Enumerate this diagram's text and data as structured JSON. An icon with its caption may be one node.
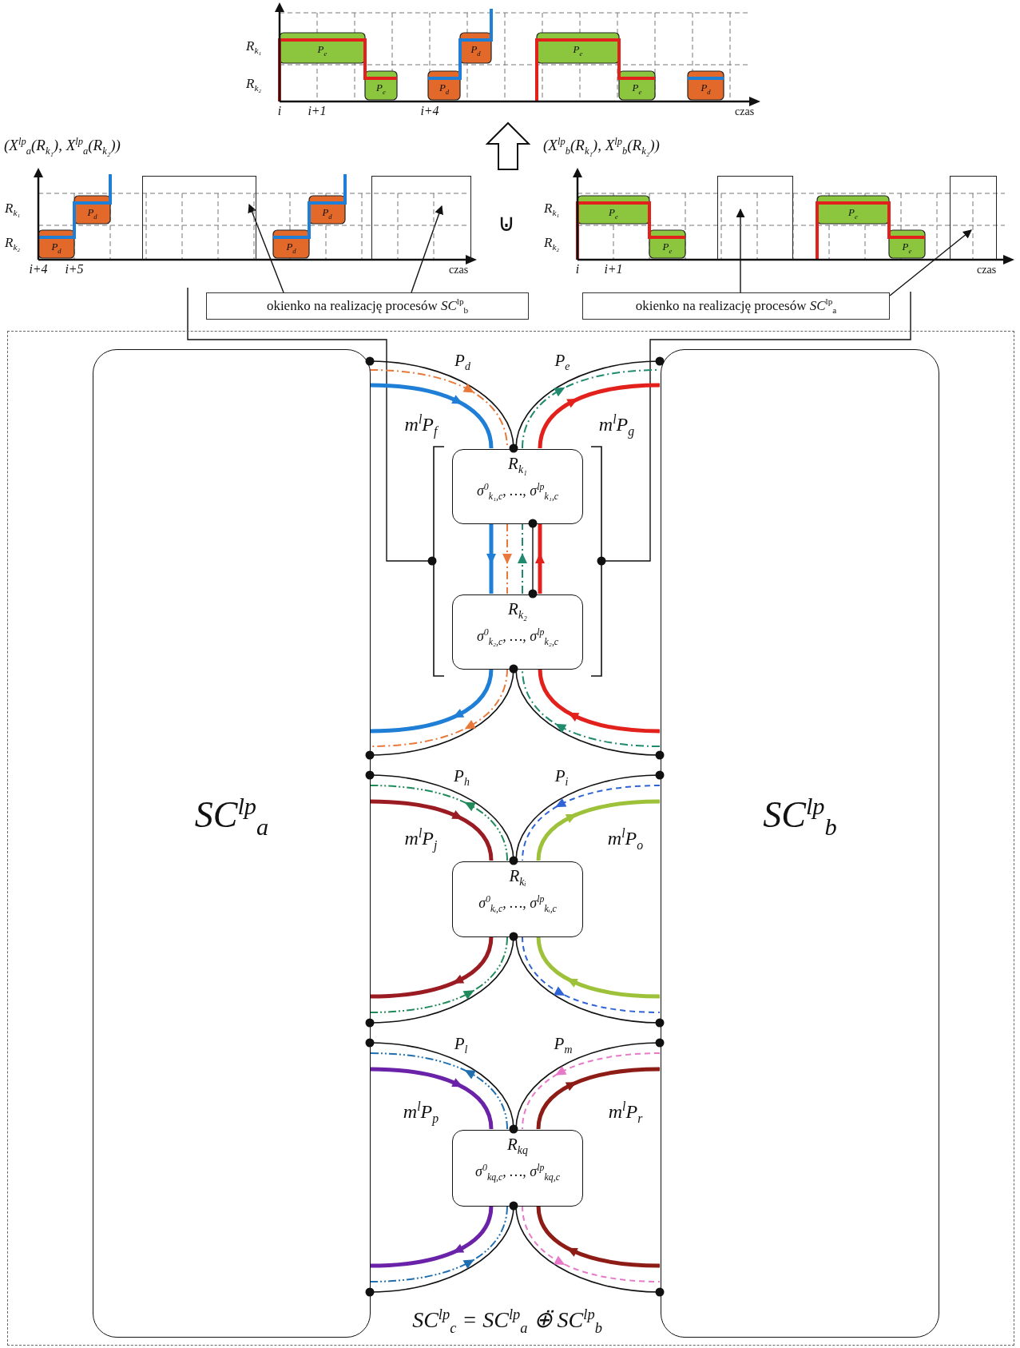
{
  "diagram": {
    "nodes": [
      {
        "text": [
          "R$_{k₁}$",
          "R$_{k₂}$",
          "i",
          "i+1",
          "i+4",
          "czas",
          "P$_{e}$",
          "P$_{e}$",
          "P$_{d}$",
          "P$_{d}$",
          "P$_{e}$",
          "P$_{e}$",
          "P$_{d}$"
        ]
      },
      {
        "text": [
          "(X$^{lp}$$_{a}$(R$_{k₁}$), X$^{lp}$$_{a}$(R$_{k₂}$))",
          "R$_{k₁}$",
          "R$_{k₂}$",
          "i+4",
          "i+5",
          "czas",
          "P$_{d}$",
          "P$_{d}$",
          "P$_{d}$",
          "P$_{d}$"
        ]
      },
      {
        "text": [],
        "shape": "box",
        "in": 1
      },
      {
        "text": [],
        "shape": "box",
        "in": 1
      },
      {
        "text": [
          "(X$^{lp}$$_{b}$(R$_{k₁}$), X$^{lp}$$_{b}$(R$_{k₂}$))",
          "R$_{k₁}$",
          "R$_{k₂}$",
          "i",
          "i+1",
          "czas",
          "P$_{e}$",
          "P$_{e}$",
          "P$_{e}$",
          "P$_{e}$"
        ]
      },
      {
        "text": [],
        "shape": "box",
        "in": 4
      },
      {
        "text": [],
        "shape": "box",
        "in": 4
      },
      {
        "text": [
          "okienko na realizację procesów *SC*$^{lp}$$_{b}$"
        ]
      },
      {
        "text": [
          "okienko na realizację procesów *SC*$^{lp}$$_{a}$"
        ]
      },
      {
        "text": [
          "SC$^{lp}$$_{c}$ = SC$^{lp}$$_{a}$ ⊕̈ SC$^{lp}$$_{b}$"
        ]
      },
      {
        "text": [
          "SC$^{lp}$$_{a}$"
        ],
        "in": 9
      },
      {
        "text": [
          "SC$^{lp}$$_{b}$"
        ],
        "in": 9
      },
      {
        "text": [],
        "shape": "bracket",
        "in": 9
      },
      {
        "text": [
          "R$_{k₁}$",
          "σ$^{0}$$_{k₁,c}$, …, σ$^{lp}$$_{k₁,c}$"
        ],
        "in": 12
      },
      {
        "text": [
          "R$_{k₂}$",
          "σ$^{0}$$_{k₂,c}$, …, σ$^{lp}$$_{k₂,c}$"
        ],
        "in": 12
      },
      {
        "text": [
          "R$_{kᵢ}$",
          "σ$^{0}$$_{kᵢ,c}$, …, σ$^{lp}$$_{kᵢ,c}$"
        ],
        "in": 9
      },
      {
        "text": [
          "R$_{kq}$",
          "σ$^{0}$$_{kq,c}$, …, σ$^{lp}$$_{kq,c}$"
        ],
        "in": 9
      }
    ],
    "edges": [
      {
        "from": null,
        "to": 0,
        "arrow": "to"
      },
      {
        "from": 7,
        "to": 2,
        "arrow": "to"
      },
      {
        "from": 7,
        "to": 3,
        "arrow": "to"
      },
      {
        "from": 8,
        "to": 5,
        "arrow": "to"
      },
      {
        "from": 8,
        "to": 6,
        "arrow": "to"
      },
      {
        "from": 12,
        "to": 1,
        "arrow": "other"
      },
      {
        "from": 12,
        "to": 4,
        "arrow": "other"
      },
      {
        "from": 13,
        "to": 14,
        "arrow": "other"
      },
      {
        "from": 10,
        "to": 13,
        "arrow": "to",
        "label": "P$_{d}$",
        "style": "dashed",
        "color": "#e8793a"
      },
      {
        "from": 13,
        "to": 14,
        "arrow": "to",
        "style": "dashed",
        "color": "#e8793a"
      },
      {
        "from": 14,
        "to": 10,
        "arrow": "to",
        "style": "dashed",
        "color": "#e8793a"
      },
      {
        "from": 10,
        "to": 13,
        "arrow": "to",
        "label": "m$^{l}$P$_{f}$",
        "style": "thick",
        "color": "#1f7fd6"
      },
      {
        "from": 13,
        "to": 14,
        "arrow": "to",
        "style": "thick",
        "color": "#1f7fd6"
      },
      {
        "from": 14,
        "to": 10,
        "arrow": "to",
        "style": "thick",
        "color": "#1f7fd6"
      },
      {
        "from": 11,
        "to": 14,
        "arrow": "to",
        "style": "dashed",
        "color": "#1f8a6e"
      },
      {
        "from": 14,
        "to": 13,
        "arrow": "to",
        "style": "dashed",
        "color": "#1f8a6e"
      },
      {
        "from": 13,
        "to": 11,
        "arrow": "to",
        "label": "P$_{e}$",
        "style": "dashed",
        "color": "#1f8a6e"
      },
      {
        "from": 11,
        "to": 14,
        "arrow": "to",
        "style": "thick",
        "color": "#e3211c"
      },
      {
        "from": 14,
        "to": 13,
        "arrow": "to",
        "style": "thick",
        "color": "#e3211c"
      },
      {
        "from": 13,
        "to": 11,
        "arrow": "to",
        "label": "m$^{l}$P$_{g}$",
        "style": "thick",
        "color": "#e3211c"
      },
      {
        "from": 10,
        "to": 15,
        "arrow": "to",
        "style": "dashed",
        "color": "#1f8a5a"
      },
      {
        "from": 15,
        "to": 10,
        "arrow": "to",
        "label": "P$_{h}$",
        "style": "dashed",
        "color": "#1f8a5a"
      },
      {
        "from": 10,
        "to": 15,
        "arrow": "to",
        "label": "m$^{l}$P$_{j}$",
        "style": "thick",
        "color": "#9b1b22"
      },
      {
        "from": 15,
        "to": 10,
        "arrow": "to",
        "style": "thick",
        "color": "#9b1b22"
      },
      {
        "from": 11,
        "to": 15,
        "arrow": "to",
        "label": "P$_{i}$",
        "style": "dashed",
        "color": "#2f63d6"
      },
      {
        "from": 15,
        "to": 11,
        "arrow": "to",
        "style": "dashed",
        "color": "#2f63d6"
      },
      {
        "from": 11,
        "to": 15,
        "arrow": "to",
        "style": "thick",
        "color": "#9dc23a"
      },
      {
        "from": 15,
        "to": 11,
        "arrow": "to",
        "label": "m$^{l}$P$_{o}$",
        "style": "thick",
        "color": "#9dc23a"
      },
      {
        "from": 10,
        "to": 16,
        "arrow": "to",
        "style": "dashed",
        "color": "#1f6fb0"
      },
      {
        "from": 16,
        "to": 10,
        "arrow": "to",
        "label": "P$_{l}$",
        "style": "dashed",
        "color": "#1f6fb0"
      },
      {
        "from": 10,
        "to": 16,
        "arrow": "to",
        "label": "m$^{l}$P$_{p}$",
        "style": "thick",
        "color": "#6a22a8"
      },
      {
        "from": 16,
        "to": 10,
        "arrow": "to",
        "style": "thick",
        "color": "#6a22a8"
      },
      {
        "from": 11,
        "to": 16,
        "arrow": "to",
        "label": "P$_{m}$",
        "style": "dashed",
        "color": "#e879c8"
      },
      {
        "from": 16,
        "to": 11,
        "arrow": "to",
        "style": "dashed",
        "color": "#e879c8"
      },
      {
        "from": 11,
        "to": 16,
        "arrow": "to",
        "style": "thick",
        "color": "#8e1c16"
      },
      {
        "from": 16,
        "to": 11,
        "arrow": "to",
        "label": "m$^{l}$P$_{r}$",
        "style": "thick",
        "color": "#8e1c16"
      }
    ],
    "labels": [
      "⊍"
    ]
  }
}
